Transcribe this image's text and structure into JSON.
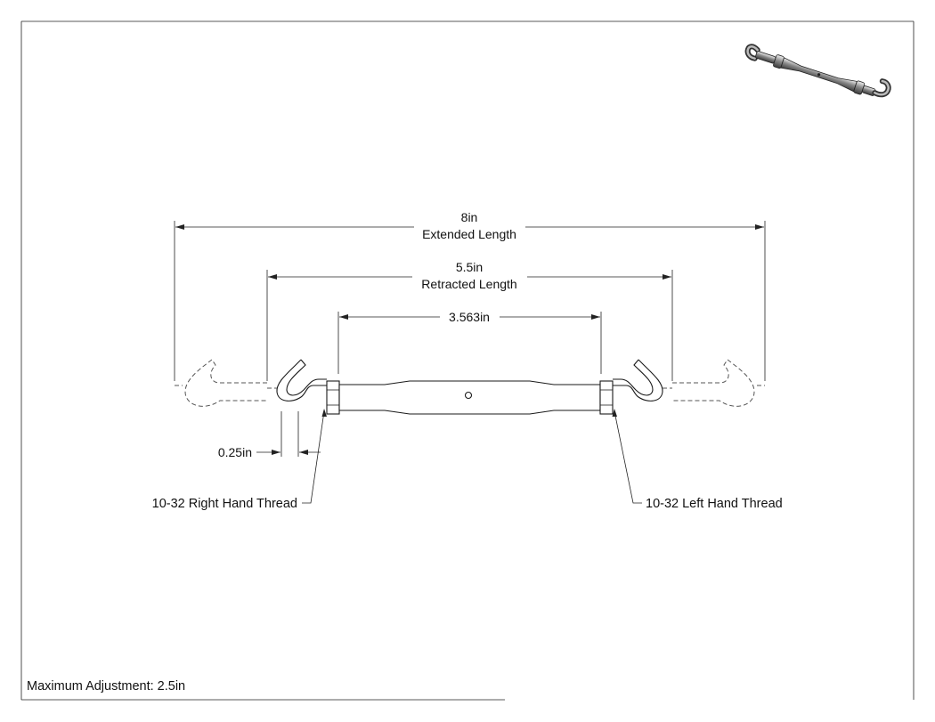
{
  "dimensions": {
    "extended": {
      "value": "8in",
      "label": "Extended Length"
    },
    "retracted": {
      "value": "5.5in",
      "label": "Retracted Length"
    },
    "body": {
      "value": "3.563in"
    },
    "hook_gap": {
      "value": "0.25in"
    }
  },
  "callouts": {
    "right_thread": "10-32 Right Hand Thread",
    "left_thread": "10-32 Left Hand Thread"
  },
  "notes": {
    "max_adjustment": "Maximum Adjustment: 2.5in"
  },
  "colors": {
    "line": "#222222",
    "paper": "#ffffff"
  }
}
